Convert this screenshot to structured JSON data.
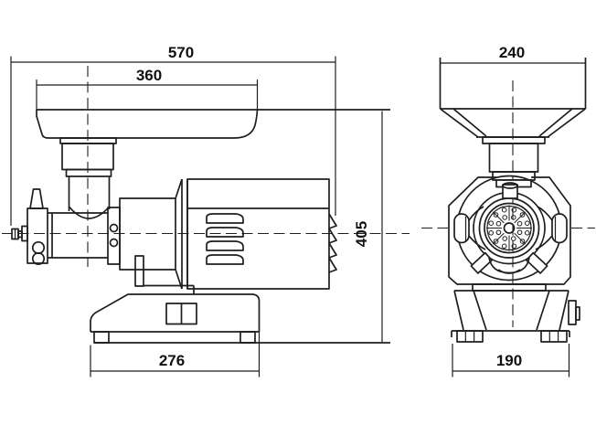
{
  "drawing": {
    "colors": {
      "background": "#ffffff",
      "line": "#1e1e1e",
      "text": "#111111"
    },
    "side_view": {
      "dimensions": {
        "overall_length": "570",
        "tray_length": "360",
        "overall_height": "405",
        "base_length": "276"
      }
    },
    "front_view": {
      "dimensions": {
        "tray_width": "240",
        "base_width": "190"
      }
    }
  }
}
